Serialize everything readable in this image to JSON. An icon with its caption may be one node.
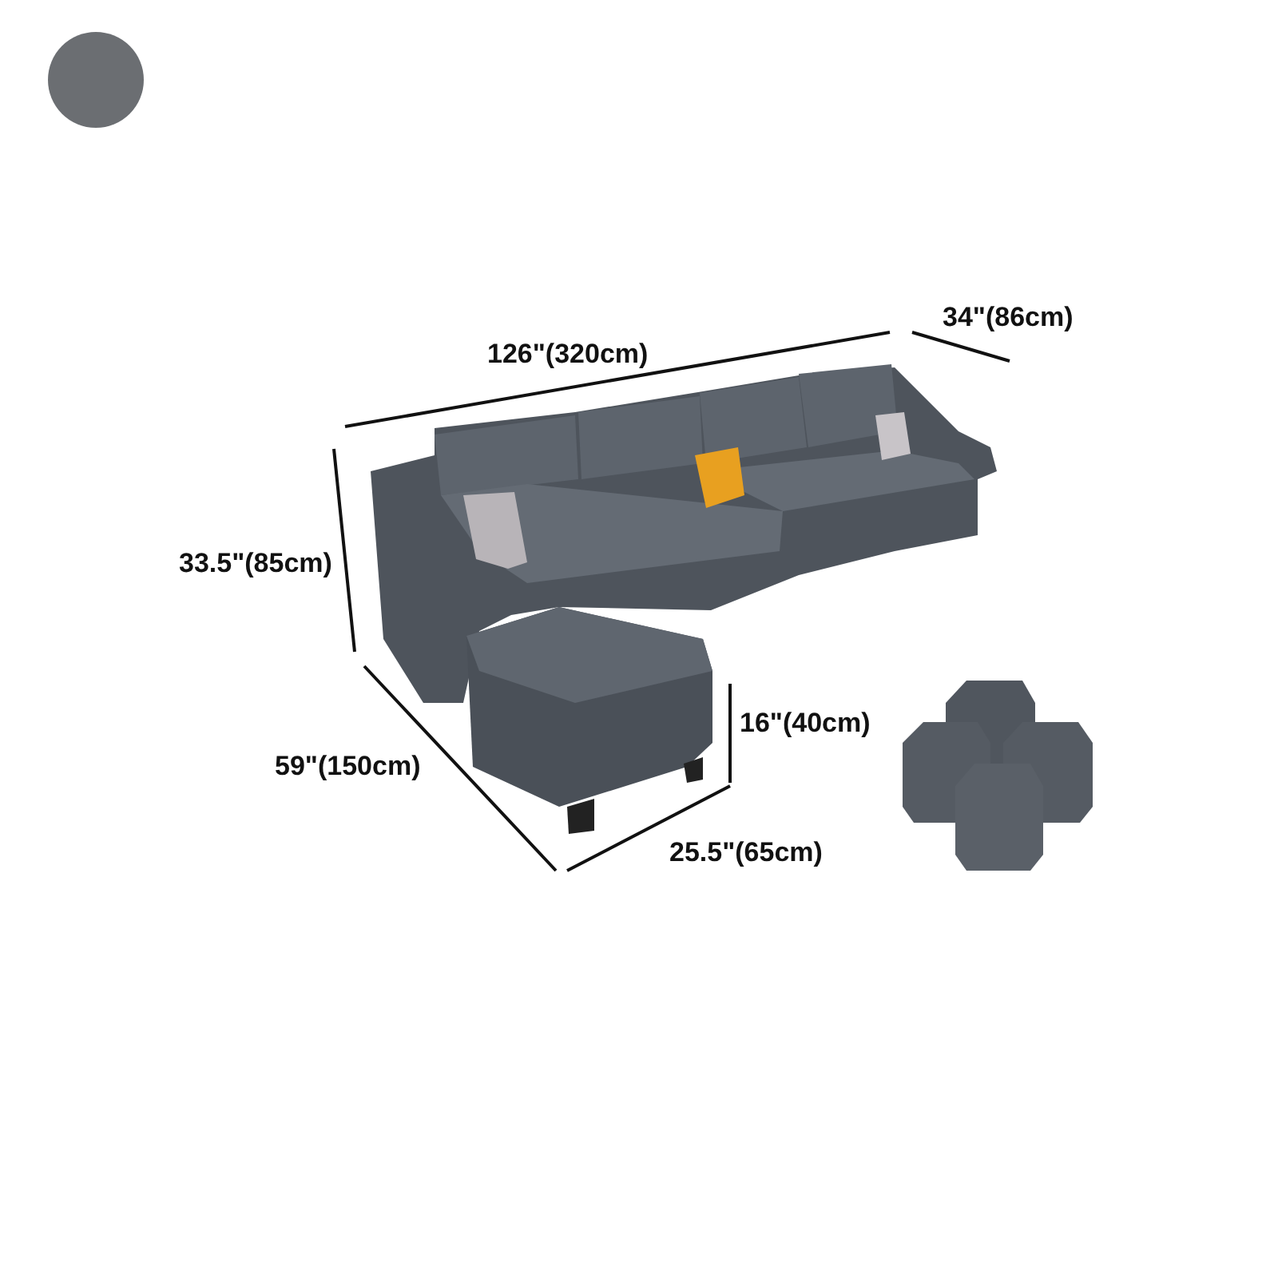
{
  "diagram": {
    "labels": [
      "126\"(320cm)",
      "34\"(86cm)",
      "33.5\"(85cm)",
      "16\"(40cm)",
      "59\"(150cm)",
      "25.5\"(65cm)"
    ]
  }
}
